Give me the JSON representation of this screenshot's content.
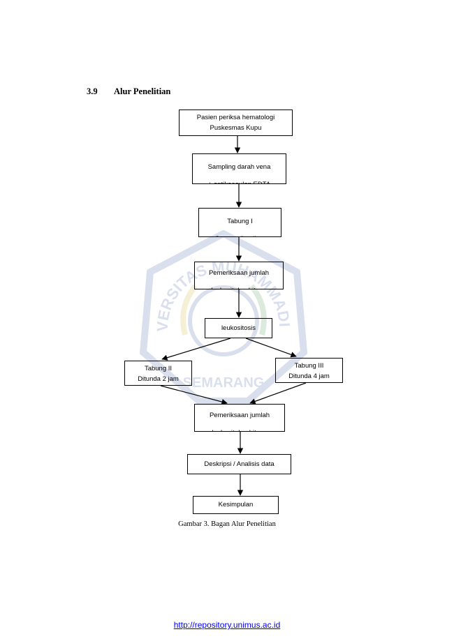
{
  "section": {
    "number": "3.9",
    "title": "Alur  Penelitian"
  },
  "flowchart": {
    "nodes": {
      "n1": [
        "Pasien periksa hematologi",
        "Puskesmas Kupu"
      ],
      "n2": [
        "Sampling darah vena",
        "+ antikoagulan EDTA"
      ],
      "n3": [
        "Tabung I",
        "Segera diperiksa"
      ],
      "n4": [
        "Pemeriksaan jumlah",
        "leukosit dan hitung"
      ],
      "n5": [
        "leukositosis"
      ],
      "n6": [
        "Tabung II",
        "Ditunda 2 jam"
      ],
      "n7": [
        "Tabung III",
        "Ditunda 4 jam"
      ],
      "n8": [
        "Pemeriksaan jumlah",
        "leukosit dan hitung"
      ],
      "n9": [
        "Deskripsi / Analisis data"
      ],
      "n10": [
        "Kesimpulan"
      ]
    }
  },
  "caption": "Gambar 3. Bagan Alur Penelitian",
  "watermark": {
    "top_text": "UNIVERSITAS MUHAMMADIYAH",
    "bottom_text": "SEMARANG"
  },
  "footer": {
    "link_text": "http://repository.unimus.ac.id"
  }
}
